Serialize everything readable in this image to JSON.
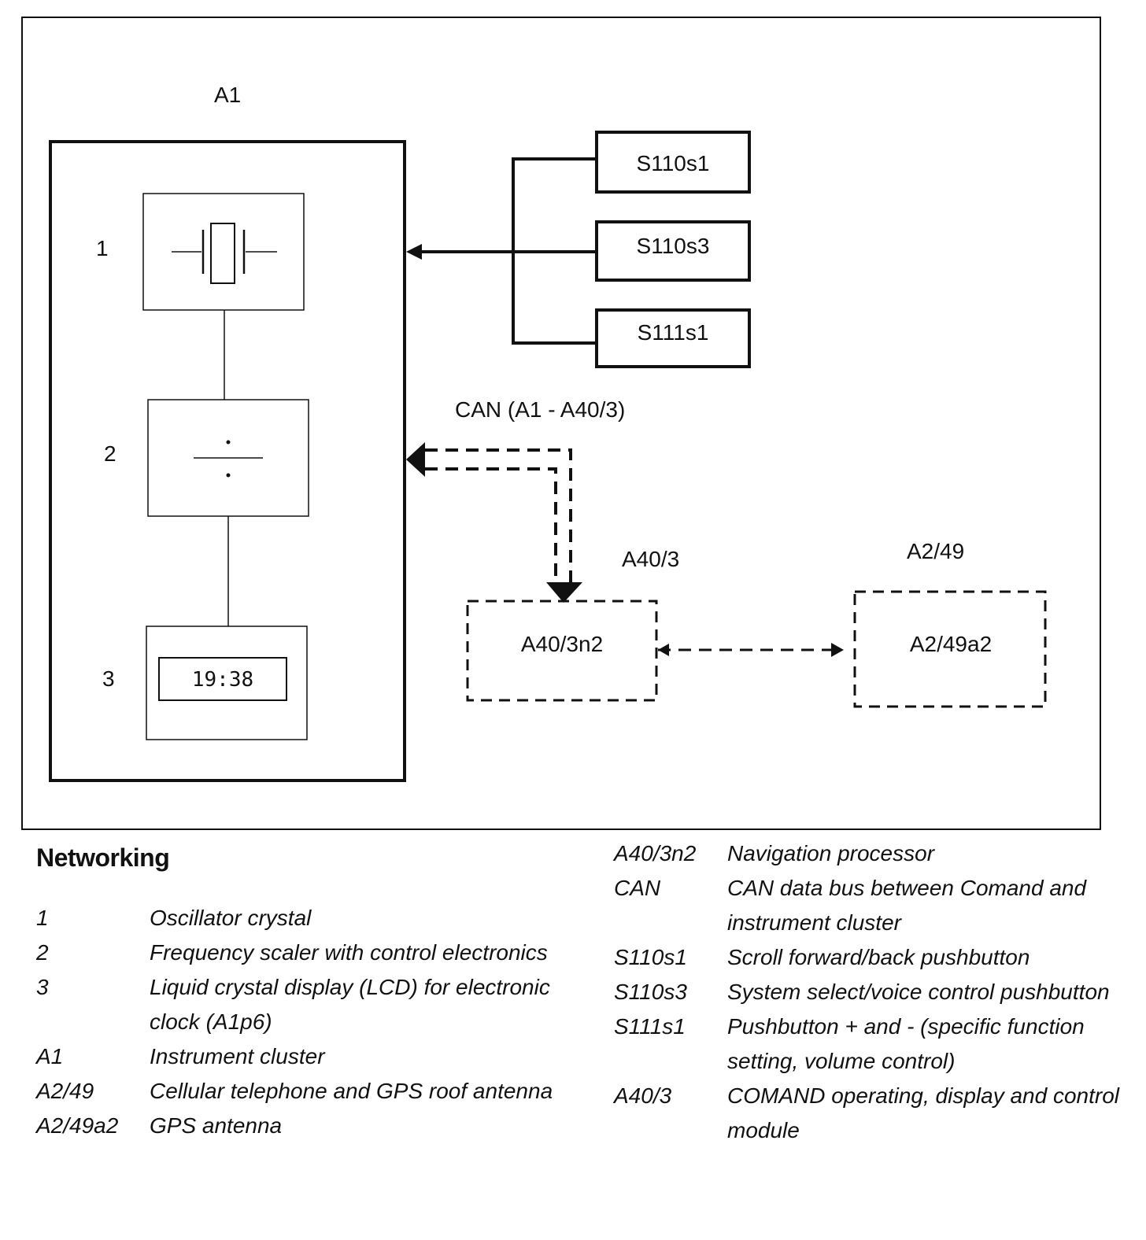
{
  "diagram": {
    "cluster_label": "A1",
    "items": {
      "one": "1",
      "two": "2",
      "three": "3"
    },
    "lcd_time": "19:38",
    "switches": [
      "S110s1",
      "S110s3",
      "S111s1"
    ],
    "can_label": "CAN (A1 - A40/3)",
    "a40_label": "A40/3",
    "a40_inner": "A40/3n2",
    "a2_label": "A2/49",
    "a2_inner": "A2/49a2"
  },
  "legend": {
    "title": "Networking",
    "left": [
      {
        "code": "1",
        "desc": "Oscillator crystal"
      },
      {
        "code": "2",
        "desc": "Frequency scaler with control electronics"
      },
      {
        "code": "3",
        "desc": "Liquid crystal display (LCD) for electronic clock (A1p6)"
      },
      {
        "code": "A1",
        "desc": "Instrument cluster"
      },
      {
        "code": "A2/49",
        "desc": "Cellular telephone and GPS roof antenna"
      },
      {
        "code": "A2/49a2",
        "desc": "GPS antenna"
      }
    ],
    "right": [
      {
        "code": "A40/3n2",
        "desc": "Navigation processor"
      },
      {
        "code": "CAN",
        "desc": "CAN data bus between Comand and instrument cluster"
      },
      {
        "code": "S110s1",
        "desc": "Scroll forward/back pushbutton"
      },
      {
        "code": "S110s3",
        "desc": "System select/voice control pushbutton"
      },
      {
        "code": "S111s1",
        "desc": "Pushbutton + and - (specific function setting, volume control)"
      },
      {
        "code": "A40/3",
        "desc": "COMAND operating, display and control module"
      }
    ]
  }
}
